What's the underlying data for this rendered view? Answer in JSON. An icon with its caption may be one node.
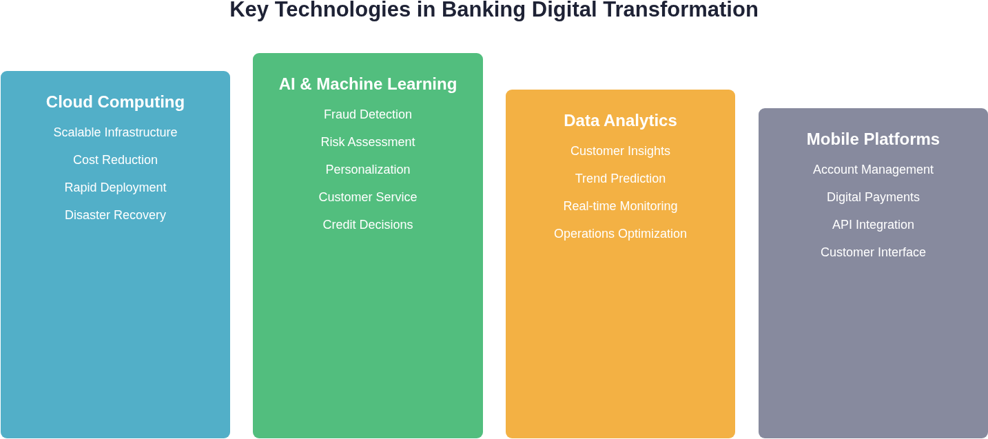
{
  "diagram": {
    "title": "Key Technologies in Banking Digital Transformation",
    "nodes": [
      {
        "text": [
          "Cloud Computing",
          "Scalable Infrastructure",
          "Cost Reduction",
          "Rapid Deployment",
          "Disaster Recovery"
        ]
      },
      {
        "text": [
          "AI & Machine Learning",
          "Fraud Detection",
          "Risk Assessment",
          "Personalization",
          "Customer Service",
          "Credit Decisions"
        ]
      },
      {
        "text": [
          "Data Analytics",
          "Customer Insights",
          "Trend Prediction",
          "Real-time Monitoring",
          "Operations Optimization"
        ]
      },
      {
        "text": [
          "Mobile Platforms",
          "Account Management",
          "Digital Payments",
          "API Integration",
          "Customer Interface"
        ]
      }
    ]
  }
}
